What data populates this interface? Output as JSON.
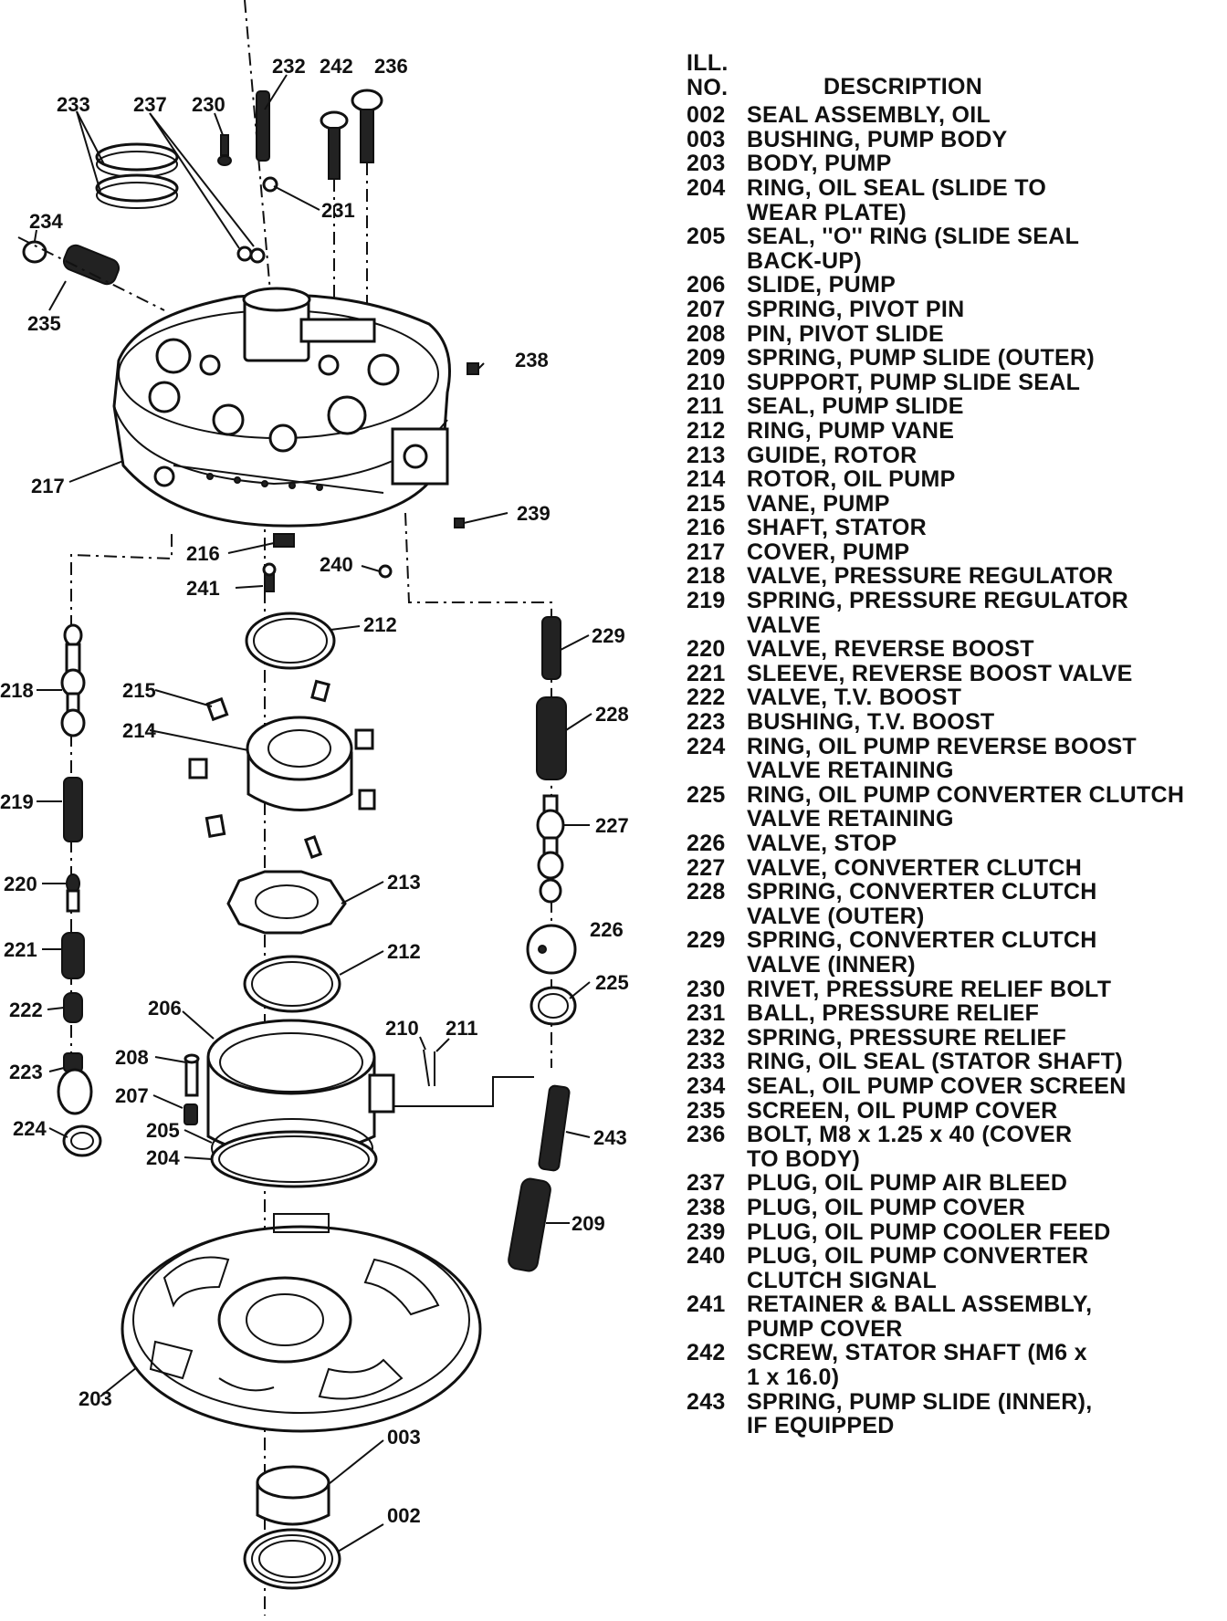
{
  "header": {
    "ill_no": "ILL.\nNO.",
    "description": "DESCRIPTION"
  },
  "parts": [
    {
      "no": "002",
      "desc": "SEAL ASSEMBLY, OIL"
    },
    {
      "no": "003",
      "desc": "BUSHING, PUMP BODY"
    },
    {
      "no": "203",
      "desc": "BODY, PUMP"
    },
    {
      "no": "204",
      "desc": "RING, OIL SEAL (SLIDE TO\nWEAR PLATE)"
    },
    {
      "no": "205",
      "desc": "SEAL, ''O'' RING (SLIDE SEAL\nBACK-UP)"
    },
    {
      "no": "206",
      "desc": "SLIDE, PUMP"
    },
    {
      "no": "207",
      "desc": "SPRING, PIVOT PIN"
    },
    {
      "no": "208",
      "desc": "PIN, PIVOT SLIDE"
    },
    {
      "no": "209",
      "desc": "SPRING, PUMP SLIDE (OUTER)"
    },
    {
      "no": "210",
      "desc": "SUPPORT, PUMP SLIDE SEAL"
    },
    {
      "no": "211",
      "desc": "SEAL, PUMP SLIDE"
    },
    {
      "no": "212",
      "desc": "RING, PUMP VANE"
    },
    {
      "no": "213",
      "desc": "GUIDE, ROTOR"
    },
    {
      "no": "214",
      "desc": "ROTOR, OIL PUMP"
    },
    {
      "no": "215",
      "desc": "VANE, PUMP"
    },
    {
      "no": "216",
      "desc": "SHAFT, STATOR"
    },
    {
      "no": "217",
      "desc": "COVER, PUMP"
    },
    {
      "no": "218",
      "desc": "VALVE, PRESSURE REGULATOR"
    },
    {
      "no": "219",
      "desc": "SPRING, PRESSURE REGULATOR\nVALVE"
    },
    {
      "no": "220",
      "desc": "VALVE, REVERSE BOOST"
    },
    {
      "no": "221",
      "desc": "SLEEVE, REVERSE BOOST VALVE"
    },
    {
      "no": "222",
      "desc": "VALVE, T.V. BOOST"
    },
    {
      "no": "223",
      "desc": "BUSHING, T.V. BOOST"
    },
    {
      "no": "224",
      "desc": "RING, OIL PUMP REVERSE BOOST\nVALVE RETAINING"
    },
    {
      "no": "225",
      "desc": "RING, OIL PUMP CONVERTER CLUTCH\nVALVE RETAINING"
    },
    {
      "no": "226",
      "desc": "VALVE, STOP"
    },
    {
      "no": "227",
      "desc": "VALVE, CONVERTER CLUTCH"
    },
    {
      "no": "228",
      "desc": "SPRING, CONVERTER CLUTCH\nVALVE (OUTER)"
    },
    {
      "no": "229",
      "desc": "SPRING, CONVERTER CLUTCH\nVALVE (INNER)"
    },
    {
      "no": "230",
      "desc": "RIVET, PRESSURE RELIEF BOLT"
    },
    {
      "no": "231",
      "desc": "BALL, PRESSURE RELIEF"
    },
    {
      "no": "232",
      "desc": "SPRING, PRESSURE RELIEF"
    },
    {
      "no": "233",
      "desc": "RING, OIL SEAL (STATOR SHAFT)"
    },
    {
      "no": "234",
      "desc": "SEAL, OIL PUMP COVER SCREEN"
    },
    {
      "no": "235",
      "desc": "SCREEN, OIL PUMP COVER"
    },
    {
      "no": "236",
      "desc": "BOLT, M8 x 1.25 x 40 (COVER\nTO BODY)"
    },
    {
      "no": "237",
      "desc": "PLUG, OIL PUMP AIR BLEED"
    },
    {
      "no": "238",
      "desc": "PLUG, OIL PUMP COVER"
    },
    {
      "no": "239",
      "desc": "PLUG, OIL PUMP COOLER FEED"
    },
    {
      "no": "240",
      "desc": "PLUG, OIL PUMP CONVERTER\nCLUTCH SIGNAL"
    },
    {
      "no": "241",
      "desc": "RETAINER & BALL ASSEMBLY,\nPUMP COVER"
    },
    {
      "no": "242",
      "desc": "SCREW, STATOR SHAFT (M6 x\n1 x 16.0)"
    },
    {
      "no": "243",
      "desc": "SPRING, PUMP SLIDE (INNER),\nIF EQUIPPED"
    }
  ],
  "callouts": {
    "c232": "232",
    "c242": "242",
    "c236": "236",
    "c233": "233",
    "c237": "237",
    "c230": "230",
    "c231": "231",
    "c234": "234",
    "c235": "235",
    "c238": "238",
    "c217": "217",
    "c239": "239",
    "c216": "216",
    "c240": "240",
    "c241": "241",
    "c212a": "212",
    "c229": "229",
    "c218": "218",
    "c215": "215",
    "c228": "228",
    "c214": "214",
    "c219": "219",
    "c227": "227",
    "c213": "213",
    "c220": "220",
    "c226": "226",
    "c221": "221",
    "c212b": "212",
    "c225": "225",
    "c222": "222",
    "c206": "206",
    "c210": "210",
    "c211": "211",
    "c208": "208",
    "c223": "223",
    "c207": "207",
    "c205": "205",
    "c243": "243",
    "c224": "224",
    "c204": "204",
    "c209": "209",
    "c203": "203",
    "c003": "003",
    "c002": "002"
  }
}
